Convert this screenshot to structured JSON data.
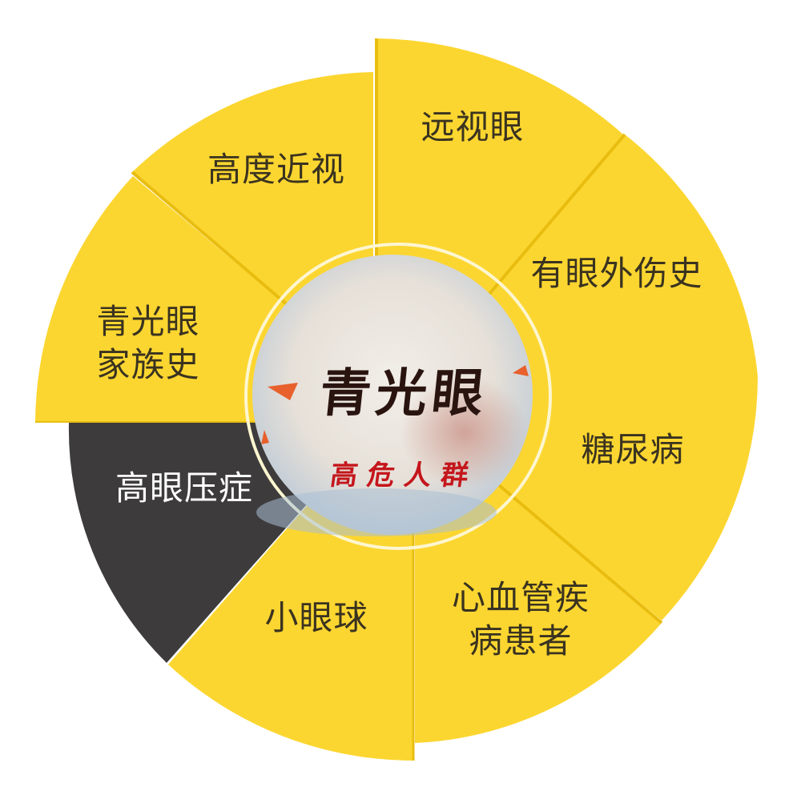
{
  "diagram": {
    "title": "青光眼",
    "subtitle": "高危人群",
    "colors": {
      "segment": "#fcd630",
      "segment_shadow": "#e8bd10",
      "highlight_segment": "#3d3b3c",
      "label_text": "#3a3320",
      "highlight_text": "#ffffff",
      "title": "#2a1410",
      "subtitle": "#c4161c",
      "accent_triangles": "#e8602c"
    },
    "segments": [
      {
        "label": "远视眼",
        "highlighted": false
      },
      {
        "label": "有眼外伤史",
        "highlighted": false
      },
      {
        "label": "糖尿病",
        "highlighted": false
      },
      {
        "label": "心血管疾\n病患者",
        "highlighted": false
      },
      {
        "label": "小眼球",
        "highlighted": false
      },
      {
        "label": "高眼压症",
        "highlighted": true
      },
      {
        "label": "青光眼\n家族史",
        "highlighted": false
      },
      {
        "label": "高度近视",
        "highlighted": false
      }
    ]
  }
}
